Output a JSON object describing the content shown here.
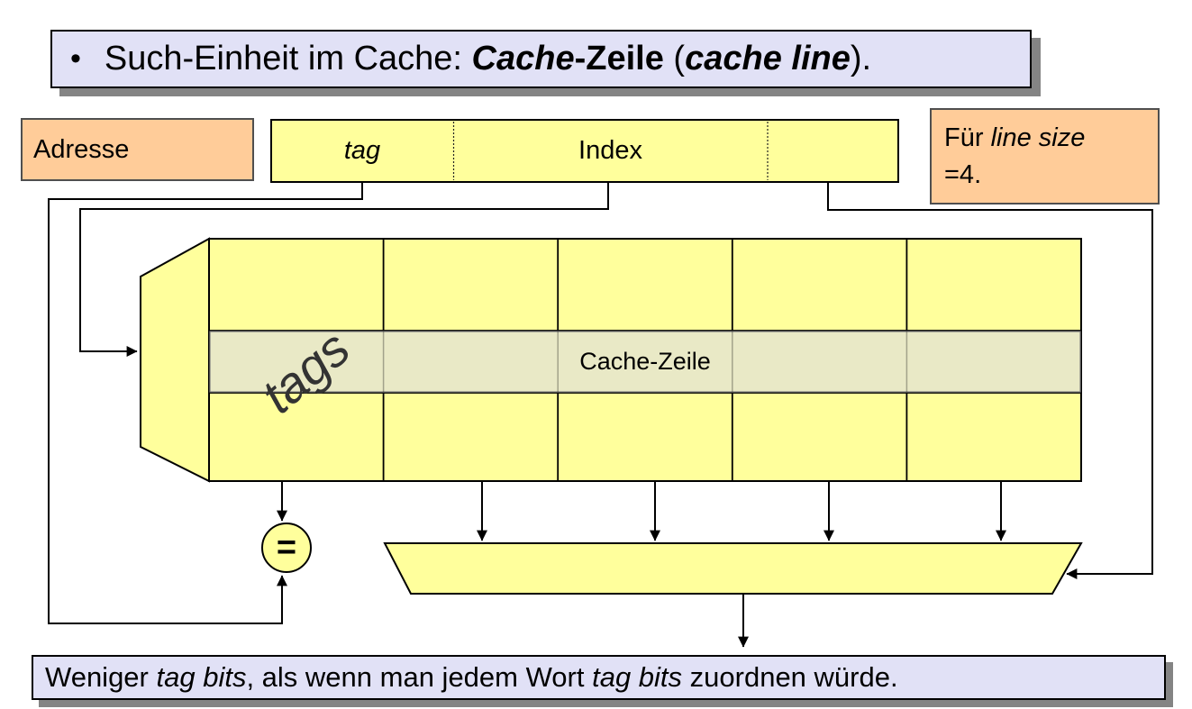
{
  "colors": {
    "yellow": "#FFFF9C",
    "band": "#E9E9C6",
    "lavender": "#E1E1F6",
    "orange": "#FFCC99",
    "shadow": "#848484",
    "line": "#000000",
    "softborder": "#4f4f4f"
  },
  "title": {
    "bullet": "•",
    "segments": [
      {
        "t": "Such-Einheit im Cache: "
      },
      {
        "t": "Cache",
        "b": 1,
        "i": 1
      },
      {
        "t": "-Zeile",
        "b": 1
      },
      {
        "t": " ("
      },
      {
        "t": "cache line",
        "b": 1,
        "i": 1
      },
      {
        "t": ")."
      }
    ]
  },
  "address": {
    "label": "Adresse",
    "fields": [
      {
        "label": "tag",
        "style": "italic"
      },
      {
        "label": "Index",
        "style": "normal"
      },
      {
        "label": "",
        "style": "normal"
      }
    ]
  },
  "note": {
    "line1_segments": [
      {
        "t": "Für "
      },
      {
        "t": "line size",
        "i": 1
      }
    ],
    "line2": "=4."
  },
  "cache": {
    "tags_label": "tags",
    "row_label": "Cache-Zeile",
    "comparator_label": "="
  },
  "footer": {
    "segments": [
      {
        "t": "Weniger "
      },
      {
        "t": "tag bits",
        "i": 1
      },
      {
        "t": ", als wenn man jedem Wort "
      },
      {
        "t": "tag bits",
        "i": 1
      },
      {
        "t": " zuordnen würde."
      }
    ]
  }
}
